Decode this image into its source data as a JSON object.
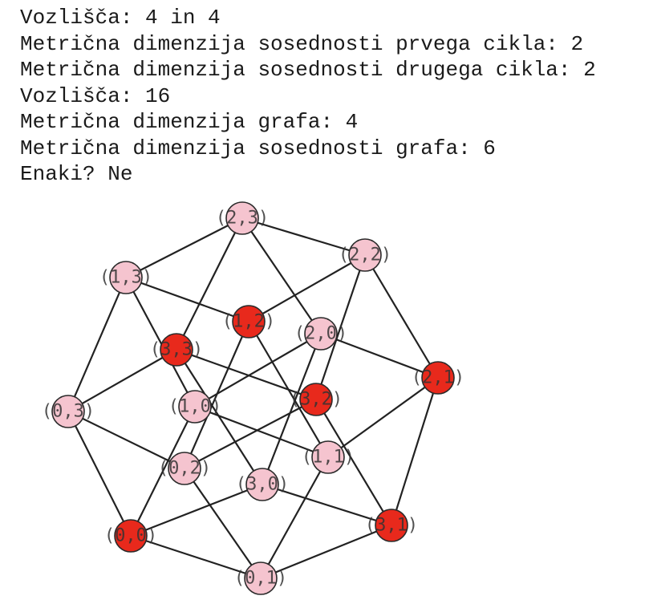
{
  "output_lines": [
    "Vozlišča: 4 in 4",
    "Metrična dimenzija sosednosti prvega cikla: 2",
    "Metrična dimenzija sosednosti drugega cikla: 2",
    "Vozlišča: 16",
    "Metrična dimenzija grafa: 4",
    "Metrična dimenzija sosednosti grafa: 6",
    "Enaki? Ne"
  ],
  "graph": {
    "colors": {
      "selected": "#e8291c",
      "unselected": "#f5c4cf"
    },
    "nodes": [
      {
        "id": "2,3",
        "label": "(2,3)",
        "selected": false
      },
      {
        "id": "2,2",
        "label": "(2,2)",
        "selected": false
      },
      {
        "id": "1,3",
        "label": "(1,3)",
        "selected": false
      },
      {
        "id": "1,2",
        "label": "(1,2)",
        "selected": true
      },
      {
        "id": "2,0",
        "label": "(2,0)",
        "selected": false
      },
      {
        "id": "3,3",
        "label": "(3,3)",
        "selected": true
      },
      {
        "id": "2,1",
        "label": "(2,1)",
        "selected": true
      },
      {
        "id": "0,3",
        "label": "(0,3)",
        "selected": false
      },
      {
        "id": "1,0",
        "label": "(1,0)",
        "selected": false
      },
      {
        "id": "3,2",
        "label": "(3,2)",
        "selected": true
      },
      {
        "id": "1,1",
        "label": "(1,1)",
        "selected": false
      },
      {
        "id": "0,2",
        "label": "(0,2)",
        "selected": false
      },
      {
        "id": "3,0",
        "label": "(3,0)",
        "selected": false
      },
      {
        "id": "3,1",
        "label": "(3,1)",
        "selected": true
      },
      {
        "id": "0,0",
        "label": "(0,0)",
        "selected": true
      },
      {
        "id": "0,1",
        "label": "(0,1)",
        "selected": false
      }
    ],
    "edges": [
      [
        "2,3",
        "1,3"
      ],
      [
        "2,3",
        "2,2"
      ],
      [
        "2,3",
        "3,3"
      ],
      [
        "2,3",
        "2,0"
      ],
      [
        "1,3",
        "1,2"
      ],
      [
        "1,3",
        "0,3"
      ],
      [
        "1,3",
        "1,0"
      ],
      [
        "2,2",
        "1,2"
      ],
      [
        "2,2",
        "2,1"
      ],
      [
        "2,2",
        "3,2"
      ],
      [
        "1,2",
        "1,1"
      ],
      [
        "1,2",
        "0,2"
      ],
      [
        "2,0",
        "2,1"
      ],
      [
        "2,0",
        "1,0"
      ],
      [
        "2,0",
        "3,0"
      ],
      [
        "3,3",
        "0,3"
      ],
      [
        "3,3",
        "3,2"
      ],
      [
        "3,3",
        "3,0"
      ],
      [
        "2,1",
        "1,1"
      ],
      [
        "2,1",
        "3,1"
      ],
      [
        "0,3",
        "0,2"
      ],
      [
        "0,3",
        "0,0"
      ],
      [
        "1,0",
        "1,1"
      ],
      [
        "1,0",
        "0,0"
      ],
      [
        "3,2",
        "0,2"
      ],
      [
        "3,2",
        "3,1"
      ],
      [
        "0,2",
        "0,1"
      ],
      [
        "1,1",
        "0,1"
      ],
      [
        "3,0",
        "0,0"
      ],
      [
        "3,0",
        "3,1"
      ],
      [
        "0,0",
        "0,1"
      ],
      [
        "3,1",
        "0,1"
      ]
    ]
  }
}
